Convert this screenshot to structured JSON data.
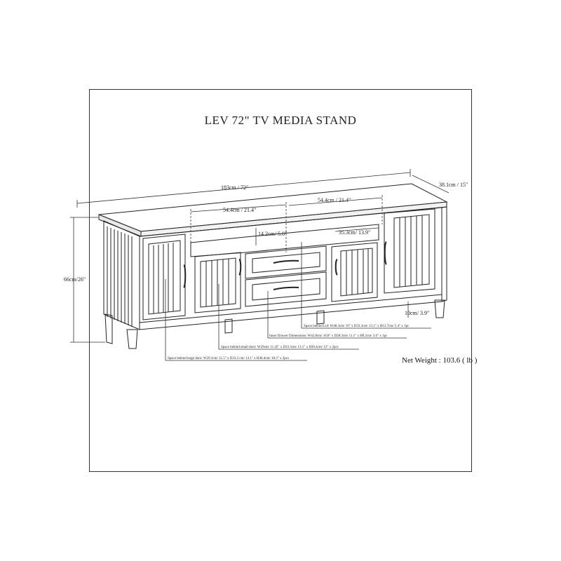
{
  "title": "LEV 72\" TV MEDIA STAND",
  "net_weight": "Net Weight : 103.6 ( lb )",
  "dimensions": {
    "width": "183cm / 72\"",
    "depth": "38.1cm / 15\"",
    "height": "66cm/26\"",
    "shelf_left": "54.4cm / 21.4\"",
    "shelf_right": "54.4cm / 21.4\"",
    "shelf_height": "14.2cm/ 5.6\"",
    "shelf_depth": "35.3cm/ 13.9\"",
    "leg_height": "10cm/ 3.9\""
  },
  "callouts": {
    "lid": "Space behind Lid: W48.3cm/ 19\" x D33.3cm/ 13.1\" x H13.7cm/ 5.4\" x 1pc",
    "drawer": "Inner Drawer Dimensions: W42.8cm/ 16.8\" x D28.3cm/ 11.1\" x H9.2cm/ 3.6\" x 1pc",
    "small_door": "Space behind small door: W29cm/ 11.45\" x D33.3cm/ 13.1\" x H30.4cm/ 12\" x 2pcs",
    "large_door": "Space behind large door: W29.3cm/ 11.5\" x D33.3 cm/ 13.1\" x H46.4cm/ 18.3\" x 2pcs"
  }
}
